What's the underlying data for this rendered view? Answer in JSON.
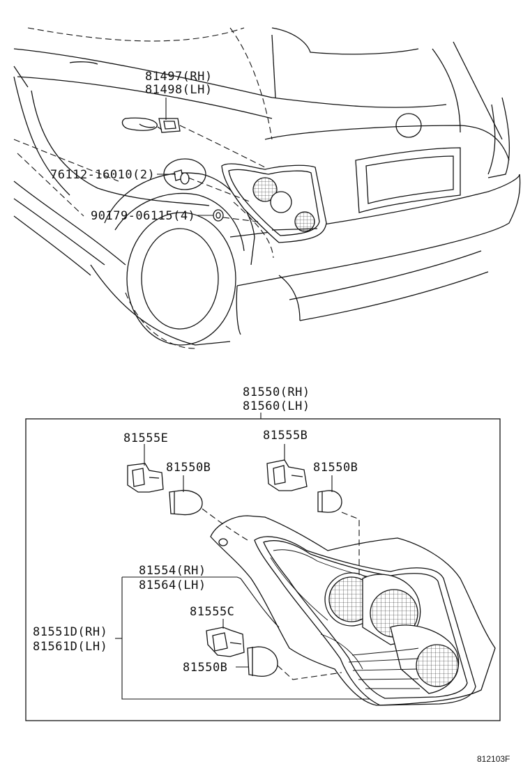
{
  "labels": {
    "p81497": "81497(RH)",
    "p81498": "81498(LH)",
    "p76112": "76112-16010(2)",
    "p90179": "90179-06115(4)",
    "p81550": "81550(RH)",
    "p81560": "81560(LH)",
    "p81555E": "81555E",
    "p81555B": "81555B",
    "p81550B_left": "81550B",
    "p81550B_right": "81550B",
    "p81554": "81554(RH)",
    "p81564": "81564(LH)",
    "p81555C": "81555C",
    "p81551D": "81551D(RH)",
    "p81561D": "81561D(LH)",
    "p81550B_bottom": "81550B"
  },
  "reference": "812103F"
}
